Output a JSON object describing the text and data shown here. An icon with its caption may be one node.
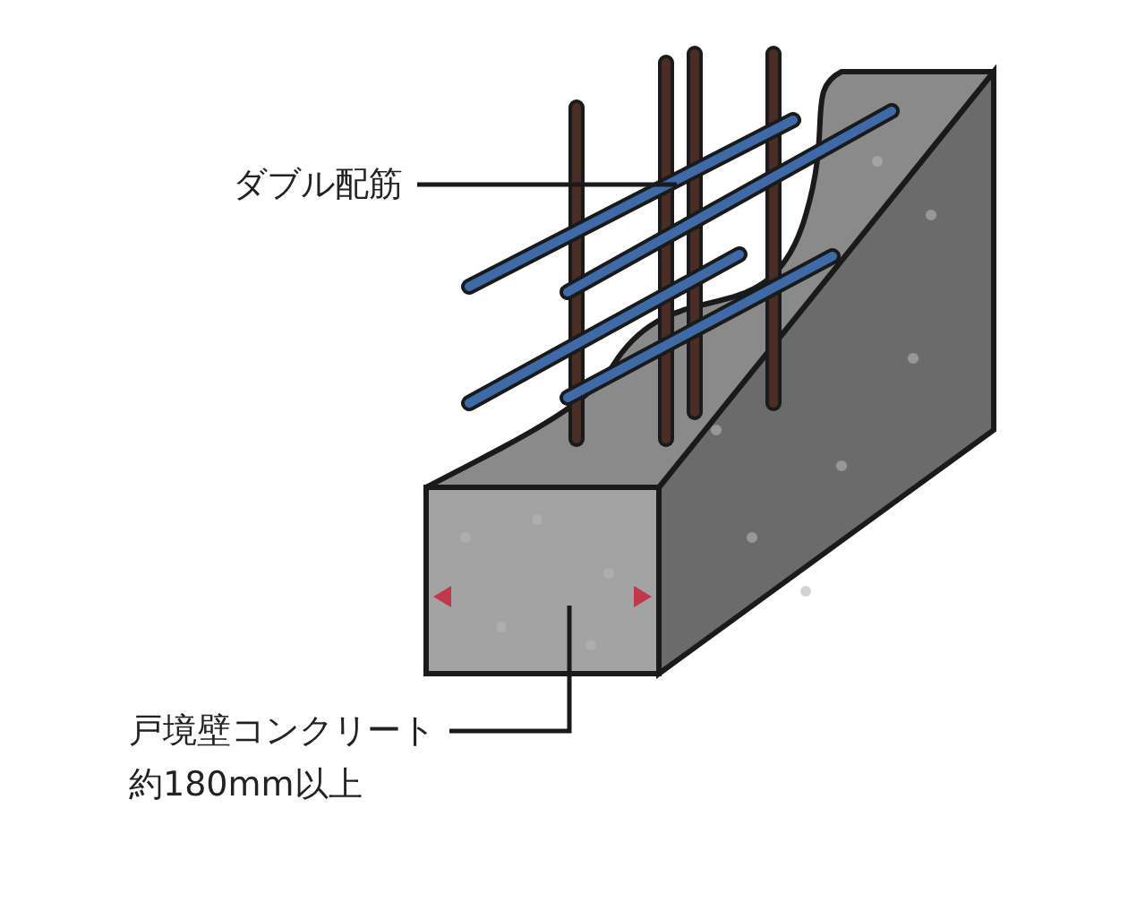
{
  "diagram": {
    "nodes": [
      {
        "text": [
          "ダブル配筋"
        ]
      },
      {
        "text": [],
        "shape": "picture"
      },
      {
        "text": [
          "戸境壁コンクリート",
          "約180mm以上"
        ]
      },
      {
        "text": [],
        "shape": "picture"
      }
    ],
    "edges": [
      {
        "from": 0,
        "to": 1,
        "arrow": "none"
      },
      {
        "from": 2,
        "to": 3,
        "arrow": "none"
      }
    ]
  }
}
